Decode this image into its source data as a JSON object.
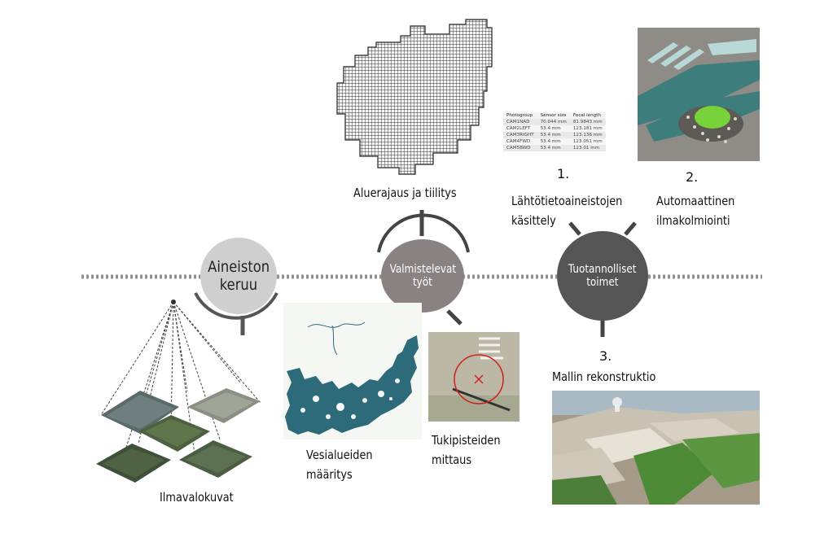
{
  "timeline": {
    "stages": [
      {
        "label_line1": "Aineiston",
        "label_line2": "keruu"
      },
      {
        "label_line1": "Valmistelevat",
        "label_line2": "työt"
      },
      {
        "label_line1": "Tuotannolliset",
        "label_line2": "toimet"
      }
    ]
  },
  "items": {
    "ilmavalokuvat": "Ilmavalokuvat",
    "aluerajaus": "Aluerajaus ja tiilitys",
    "vesialueet_line1": "Vesialueiden",
    "vesialueet_line2": "määritys",
    "tukipisteet_line1": "Tukipisteiden",
    "tukipisteet_line2": "mittaus",
    "step1_number": "1.",
    "step1_line1": "Lähtötietoaineistojen",
    "step1_line2": "käsittely",
    "step2_number": "2.",
    "step2_line1": "Automaattinen",
    "step2_line2": "ilmakolmiointi",
    "step3_number": "3.",
    "step3_label": "Mallin rekonstruktio"
  },
  "photogroup_table": {
    "headers": [
      "Photogroup",
      "Sensor size",
      "Focal length"
    ],
    "rows": [
      [
        "CAM1NAD",
        "70.044 mm",
        "81.9843 mm"
      ],
      [
        "CAM2LEFT",
        "53.4 mm",
        "123.181 mm"
      ],
      [
        "CAM3RIGHT",
        "53.4 mm",
        "123.136 mm"
      ],
      [
        "CAM4FWD",
        "53.4 mm",
        "123.051 mm"
      ],
      [
        "CAM5BWD",
        "53.4 mm",
        "123.01 mm"
      ]
    ]
  },
  "colors": {
    "stage1_fill": "#cfcfcf",
    "stage2_fill": "#8a8282",
    "stage3_fill": "#555555",
    "water": "#2d6b7a",
    "grid": "#3a3a3a",
    "target_circle": "#cc2222"
  }
}
